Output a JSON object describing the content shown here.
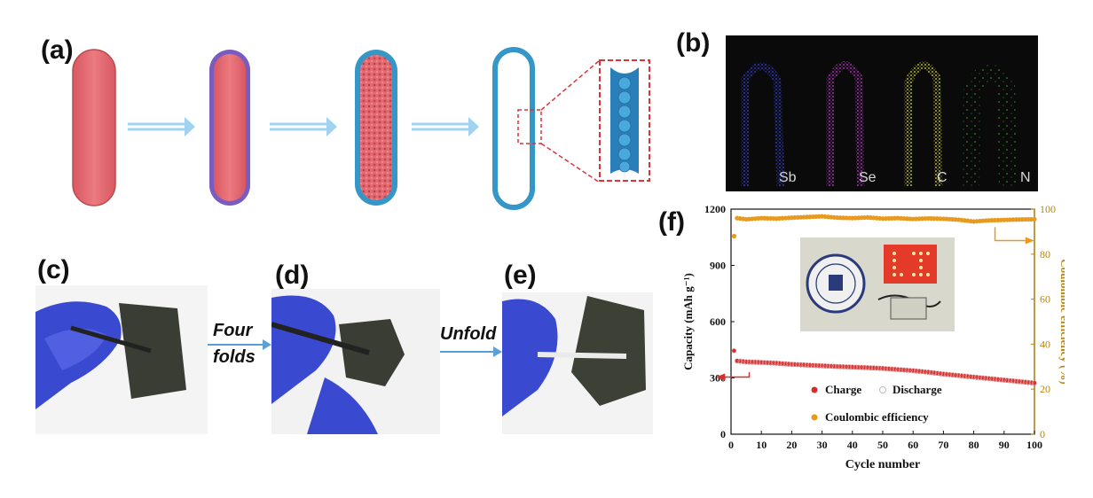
{
  "panels": {
    "a": "(a)",
    "b": "(b)",
    "c": "(c)",
    "d": "(d)",
    "e": "(e)",
    "f": "(f)"
  },
  "edx_map": {
    "elements": [
      {
        "label": "Sb",
        "color": "#2f3fd8"
      },
      {
        "label": "Se",
        "color": "#c02ad0"
      },
      {
        "label": "C",
        "color": "#d8d82a"
      },
      {
        "label": "N",
        "color": "#2fa83a"
      }
    ]
  },
  "photo_arrows": {
    "first": [
      "Four",
      "folds"
    ],
    "second": "Unfold"
  },
  "colors": {
    "nanorod_fill": "#e26a70",
    "shell_blue": "#3596c8",
    "arrow_blue": "#9fd3ef",
    "zoom_box": "#e0303a",
    "charge": "#d32f2f",
    "efficiency": "#e89a1e",
    "right_axis": "#b8860b"
  },
  "chart_data": {
    "type": "scatter",
    "xlabel": "Cycle number",
    "ylabel": "Capacity (mAh g⁻¹)",
    "y2label": "Coulombic efficiency (%)",
    "xlim": [
      0,
      100
    ],
    "ylim": [
      0,
      1200
    ],
    "y2lim": [
      0,
      100
    ],
    "x_ticks": [
      0,
      10,
      20,
      30,
      40,
      50,
      60,
      70,
      80,
      90,
      100
    ],
    "y_ticks": [
      0,
      300,
      600,
      900,
      1200
    ],
    "y2_ticks": [
      0,
      20,
      40,
      60,
      80,
      100
    ],
    "legend": {
      "placement": "bottom-center",
      "entries": [
        "Charge",
        "Discharge",
        "Coulombic efficiency"
      ]
    },
    "series": [
      {
        "name": "Charge",
        "axis": "left",
        "color": "#d32f2f",
        "points": [
          [
            1,
            445
          ],
          [
            2,
            390
          ],
          [
            5,
            385
          ],
          [
            10,
            382
          ],
          [
            15,
            378
          ],
          [
            20,
            372
          ],
          [
            25,
            368
          ],
          [
            30,
            364
          ],
          [
            35,
            360
          ],
          [
            40,
            357
          ],
          [
            45,
            354
          ],
          [
            50,
            350
          ],
          [
            55,
            344
          ],
          [
            60,
            338
          ],
          [
            65,
            330
          ],
          [
            70,
            320
          ],
          [
            75,
            312
          ],
          [
            80,
            304
          ],
          [
            85,
            296
          ],
          [
            90,
            288
          ],
          [
            95,
            280
          ],
          [
            100,
            272
          ]
        ]
      },
      {
        "name": "Discharge",
        "axis": "left",
        "color": "#d32f2f",
        "points": [
          [
            1,
            445
          ],
          [
            2,
            392
          ],
          [
            5,
            387
          ],
          [
            10,
            384
          ],
          [
            15,
            380
          ],
          [
            20,
            374
          ],
          [
            25,
            370
          ],
          [
            30,
            366
          ],
          [
            35,
            362
          ],
          [
            40,
            359
          ],
          [
            45,
            356
          ],
          [
            50,
            352
          ],
          [
            55,
            346
          ],
          [
            60,
            340
          ],
          [
            65,
            332
          ],
          [
            70,
            322
          ],
          [
            75,
            314
          ],
          [
            80,
            306
          ],
          [
            85,
            298
          ],
          [
            90,
            290
          ],
          [
            95,
            282
          ],
          [
            100,
            274
          ]
        ]
      },
      {
        "name": "Coulombic efficiency",
        "axis": "right",
        "color": "#e89a1e",
        "points": [
          [
            1,
            88
          ],
          [
            2,
            96
          ],
          [
            5,
            95.5
          ],
          [
            10,
            96
          ],
          [
            15,
            95.8
          ],
          [
            20,
            96.2
          ],
          [
            25,
            96.5
          ],
          [
            30,
            96.8
          ],
          [
            35,
            96.2
          ],
          [
            40,
            96
          ],
          [
            45,
            96.3
          ],
          [
            50,
            95.8
          ],
          [
            55,
            96
          ],
          [
            60,
            95.6
          ],
          [
            65,
            95.9
          ],
          [
            70,
            95.7
          ],
          [
            75,
            95.3
          ],
          [
            80,
            94.5
          ],
          [
            85,
            95
          ],
          [
            90,
            95.2
          ],
          [
            95,
            95.4
          ],
          [
            100,
            95.5
          ]
        ]
      }
    ]
  }
}
